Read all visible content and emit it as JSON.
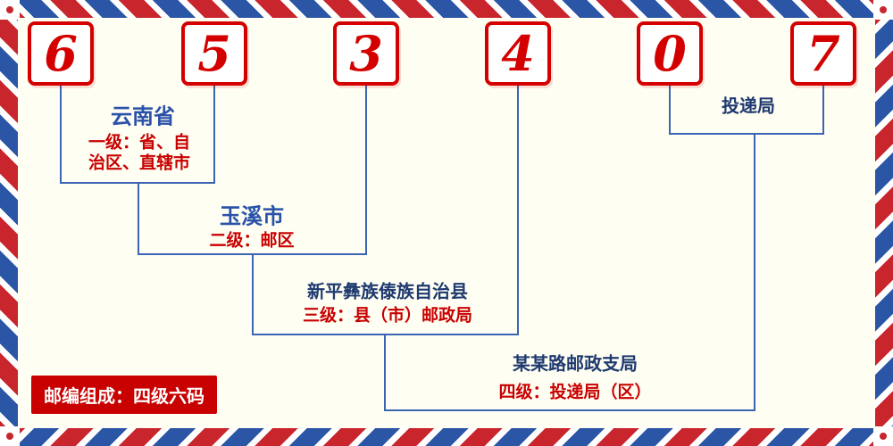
{
  "postal_code_digits": [
    "6",
    "5",
    "3",
    "4",
    "0",
    "7"
  ],
  "levels": {
    "level1": {
      "place": "云南省",
      "desc_line1": "一级：省、自",
      "desc_line2": "治区、直辖市"
    },
    "level2": {
      "place": "玉溪市",
      "desc": "二级：邮区"
    },
    "level3": {
      "place": "新平彝族傣族自治县",
      "desc": "三级：县（市）邮政局"
    },
    "level4": {
      "place": "某某路邮政支局",
      "desc": "四级：投递局（区）"
    },
    "delivery": {
      "place": "投递局"
    }
  },
  "badge": {
    "text": "邮编组成：四级六码"
  },
  "colors": {
    "digit_red": "#D40000",
    "connector_blue": "#3C64B4",
    "place_blue": "#2A52A8",
    "place_navy": "#1F3A70",
    "desc_red": "#C80000",
    "badge_bg": "#C80000",
    "badge_text": "#FFFFFF",
    "background_cream": "#FFFEF2",
    "border_red": "#C8252C",
    "border_blue": "#2B55A5"
  }
}
